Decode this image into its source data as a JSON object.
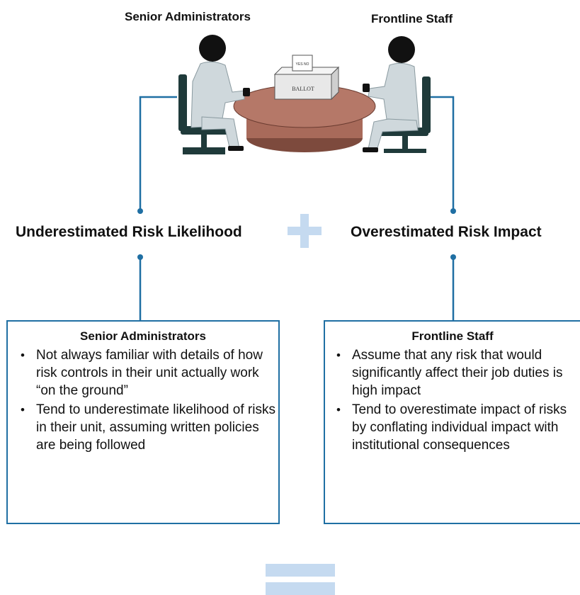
{
  "illustration": {
    "left_person_label": "Senior Administrators",
    "right_person_label": "Frontline Staff",
    "ballot_box_label": "BALLOT",
    "ballot_paper_text": "YES NO"
  },
  "headings": {
    "left": "Underestimated Risk Likelihood",
    "right": "Overestimated Risk Impact"
  },
  "boxes": {
    "left": {
      "title": "Senior Administrators",
      "bullets": [
        "Not always familiar with details of how risk controls in their unit actually work “on the ground”",
        "Tend to underestimate likelihood of risks in their unit, assuming written policies are being followed"
      ]
    },
    "right": {
      "title": "Frontline Staff",
      "bullets": [
        "Assume that any risk that would significantly affect their job duties is high impact",
        "Tend to overestimate impact of risks by conflating individual impact with institutional consequences"
      ]
    }
  },
  "colors": {
    "connector": "#1f6fa3",
    "operator": "#c5daf0",
    "table": "#a86a5a",
    "chair": "#1f3a3a",
    "person": "#cfd8dc"
  }
}
